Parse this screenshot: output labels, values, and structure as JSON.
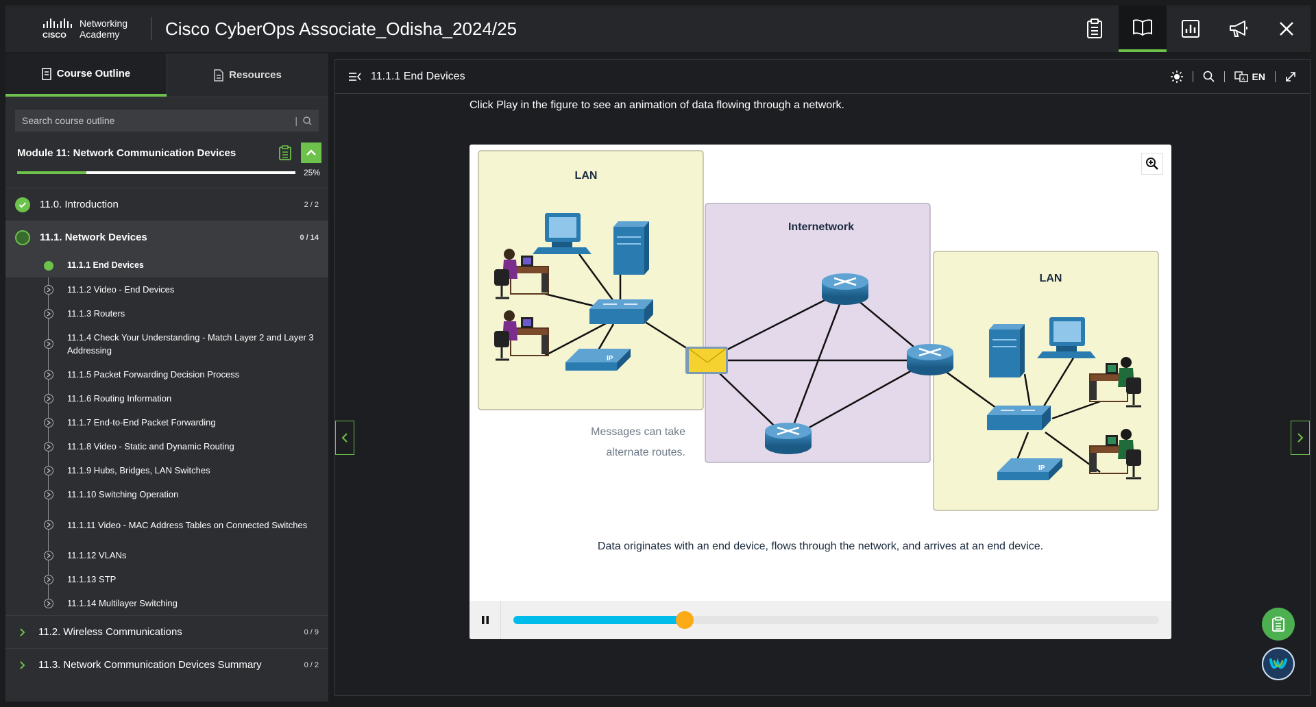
{
  "brand": {
    "line1": "Networking",
    "line2": "Academy",
    "wordmark": "CISCO"
  },
  "app_title": "Cisco CyberOps Associate_Odisha_2024/25",
  "top_icons": [
    "clipboard-icon",
    "book-icon",
    "chart-icon",
    "megaphone-icon",
    "close-icon"
  ],
  "sidebar": {
    "tabs": [
      {
        "label": "Course Outline",
        "active": true
      },
      {
        "label": "Resources",
        "active": false
      }
    ],
    "search_placeholder": "Search course outline",
    "module": {
      "title": "Module 11: Network Communication Devices",
      "progress_label": "25%",
      "progress": 0.25
    },
    "sections": [
      {
        "label": "11.0. Introduction",
        "count": "2 / 2",
        "state": "done"
      },
      {
        "label": "11.1. Network Devices",
        "count": "0 / 14",
        "state": "current"
      }
    ],
    "items": [
      {
        "label": "11.1.1 End Devices",
        "current": true,
        "tall": false
      },
      {
        "label": "11.1.2 Video - End Devices",
        "current": false,
        "tall": false
      },
      {
        "label": "11.1.3 Routers",
        "current": false,
        "tall": false
      },
      {
        "label": "11.1.4 Check Your Understanding - Match Layer 2 and Layer 3 Addressing",
        "current": false,
        "tall": true
      },
      {
        "label": "11.1.5 Packet Forwarding Decision Process",
        "current": false,
        "tall": false
      },
      {
        "label": "11.1.6 Routing Information",
        "current": false,
        "tall": false
      },
      {
        "label": "11.1.7 End-to-End Packet Forwarding",
        "current": false,
        "tall": false
      },
      {
        "label": "11.1.8 Video - Static and Dynamic Routing",
        "current": false,
        "tall": false
      },
      {
        "label": "11.1.9 Hubs, Bridges, LAN Switches",
        "current": false,
        "tall": false
      },
      {
        "label": "11.1.10 Switching Operation",
        "current": false,
        "tall": false
      },
      {
        "label": "11.1.11 Video - MAC Address Tables on Connected Switches",
        "current": false,
        "tall": true
      },
      {
        "label": "11.1.12 VLANs",
        "current": false,
        "tall": false
      },
      {
        "label": "11.1.13 STP",
        "current": false,
        "tall": false
      },
      {
        "label": "11.1.14 Multilayer Switching",
        "current": false,
        "tall": false
      }
    ],
    "later_sections": [
      {
        "label": "11.2. Wireless Communications",
        "count": "0 / 9"
      },
      {
        "label": "11.3. Network Communication Devices Summary",
        "count": "0 / 2"
      }
    ]
  },
  "content": {
    "title": "11.1.1 End Devices",
    "lang": "EN",
    "instruction": "Click Play in the figure to see an animation of data flowing through a network.",
    "figure": {
      "lan_left": "LAN",
      "internetwork": "Internetwork",
      "lan_right": "LAN",
      "routes_note_1": "Messages can take",
      "routes_note_2": "alternate routes.",
      "phone_tag": "IP",
      "caption": "Data originates with an end device, flows through the network, and arrives at an end device."
    },
    "playback_progress": 0.265
  },
  "colors": {
    "accent": "#6cc24a",
    "seek": "#00bceb",
    "knob": "#fbab18",
    "device": "#2a7bb0"
  }
}
